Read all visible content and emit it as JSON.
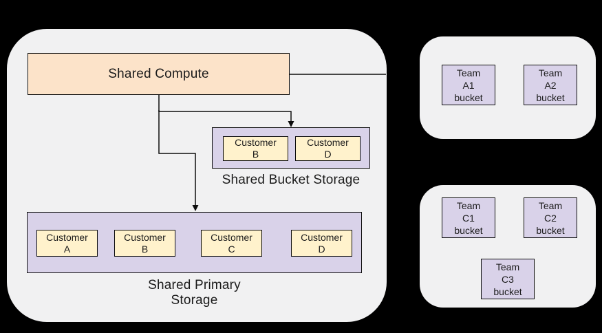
{
  "diagram": {
    "left_panel": {
      "compute_label": "Shared Compute",
      "bucket_storage": {
        "label": "Shared Bucket Storage",
        "items": [
          {
            "line1": "Customer",
            "line2": "B"
          },
          {
            "line1": "Customer",
            "line2": "D"
          }
        ]
      },
      "primary_storage": {
        "label_line1": "Shared Primary",
        "label_line2": "Storage",
        "items": [
          {
            "line1": "Customer",
            "line2": "A"
          },
          {
            "line1": "Customer",
            "line2": "B"
          },
          {
            "line1": "Customer",
            "line2": "C"
          },
          {
            "line1": "Customer",
            "line2": "D"
          }
        ]
      }
    },
    "team_a_panel": {
      "items": [
        {
          "line1": "Team",
          "line2": "A1",
          "line3": "bucket"
        },
        {
          "line1": "Team",
          "line2": "A2",
          "line3": "bucket"
        }
      ]
    },
    "team_c_panel": {
      "items": [
        {
          "line1": "Team",
          "line2": "C1",
          "line3": "bucket"
        },
        {
          "line1": "Team",
          "line2": "C2",
          "line3": "bucket"
        },
        {
          "line1": "Team",
          "line2": "C3",
          "line3": "bucket"
        }
      ]
    },
    "colors": {
      "background": "#000000",
      "panel_fill": "#f1f1f2",
      "compute_fill": "#fce3c9",
      "customer_fill": "#fff2cc",
      "storage_group_fill": "#d9d2e9",
      "team_bucket_fill": "#d9d2e9",
      "border": "#0d0d0d"
    }
  }
}
